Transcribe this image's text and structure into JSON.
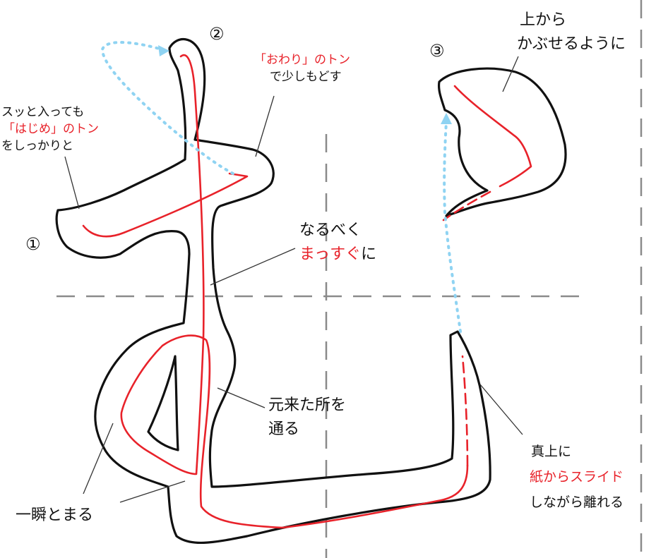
{
  "colors": {
    "outline": "#111111",
    "stroke_path": "#e8222a",
    "air_path": "#8fd3f2",
    "guide": "#8a8a8a",
    "accent_text": "#e8222a",
    "text": "#111111"
  },
  "step_numbers": [
    "①",
    "②",
    "③"
  ],
  "labels": {
    "start": {
      "line1": "スッと入っても",
      "line2": "「はじめ」のトン",
      "line3": "をしっかりと"
    },
    "end_ton": {
      "line1": "「おわり」のトン",
      "line2": "で少しもどす"
    },
    "from_above": {
      "line1": "上から",
      "line2": "かぶせるように"
    },
    "straight": {
      "line1": "なるべく",
      "line2_red": "まっすぐ",
      "line2_tail": "に"
    },
    "retrace": {
      "line1": "元来た所を",
      "line2": "通る"
    },
    "pause": {
      "text": "一瞬とまる"
    },
    "lift": {
      "line1": "真上に",
      "line2": "紙からスライド",
      "line3": "しながら離れる"
    }
  }
}
